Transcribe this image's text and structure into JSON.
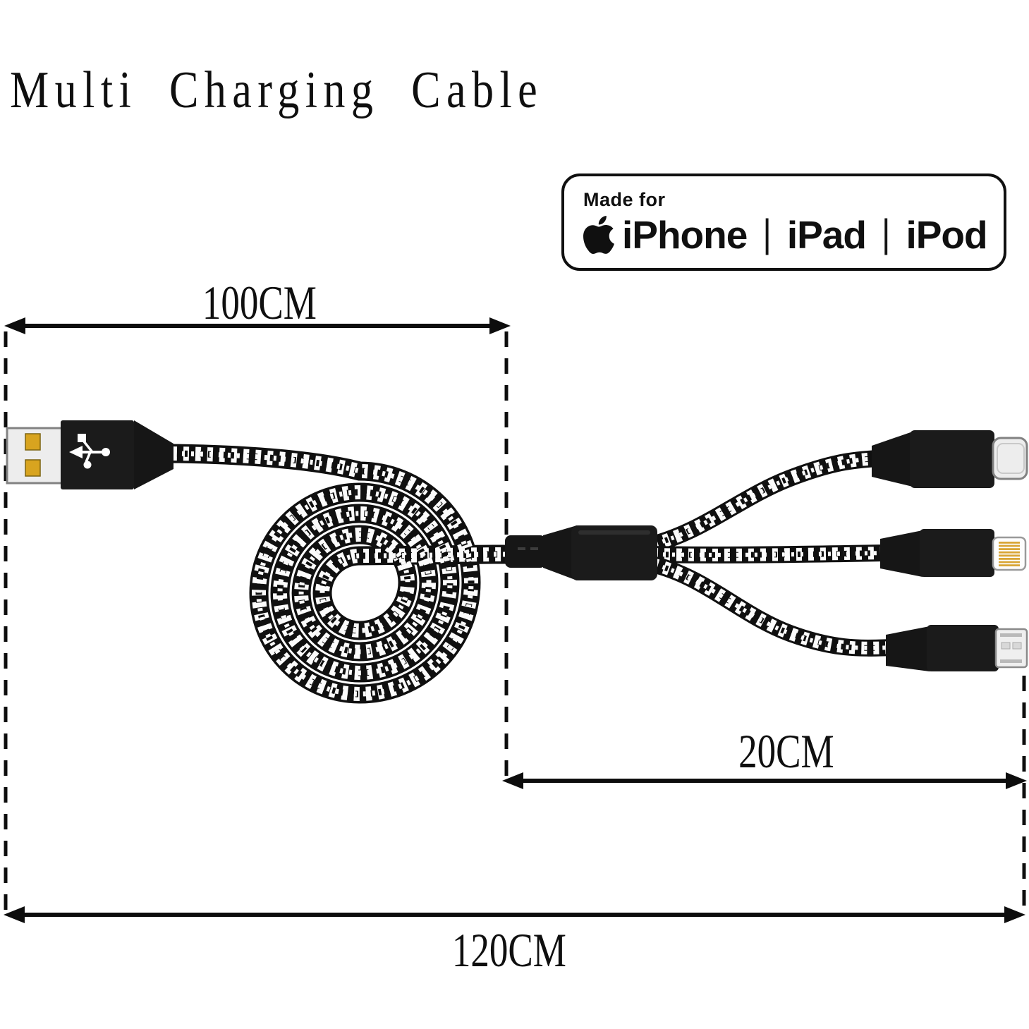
{
  "title": "Multi Charging Cable",
  "badge": {
    "made_for": "Made for",
    "devices": [
      "iPhone",
      "iPad",
      "iPod"
    ],
    "separator": "|"
  },
  "dimensions": {
    "usb_to_splitter": "100CM",
    "splitter_to_tips": "20CM",
    "total_length": "120CM"
  },
  "icons": {
    "apple": "apple-logo-icon",
    "usb_trident": "usb-trident-icon"
  },
  "connectors": [
    "usb-a",
    "usb-c",
    "lightning",
    "micro-usb"
  ],
  "colors": {
    "ink": "#0f0f0f",
    "background": "#ffffff",
    "cable_white": "#fbfbfb",
    "metal": "#ededed",
    "gold": "#d8a41f"
  }
}
